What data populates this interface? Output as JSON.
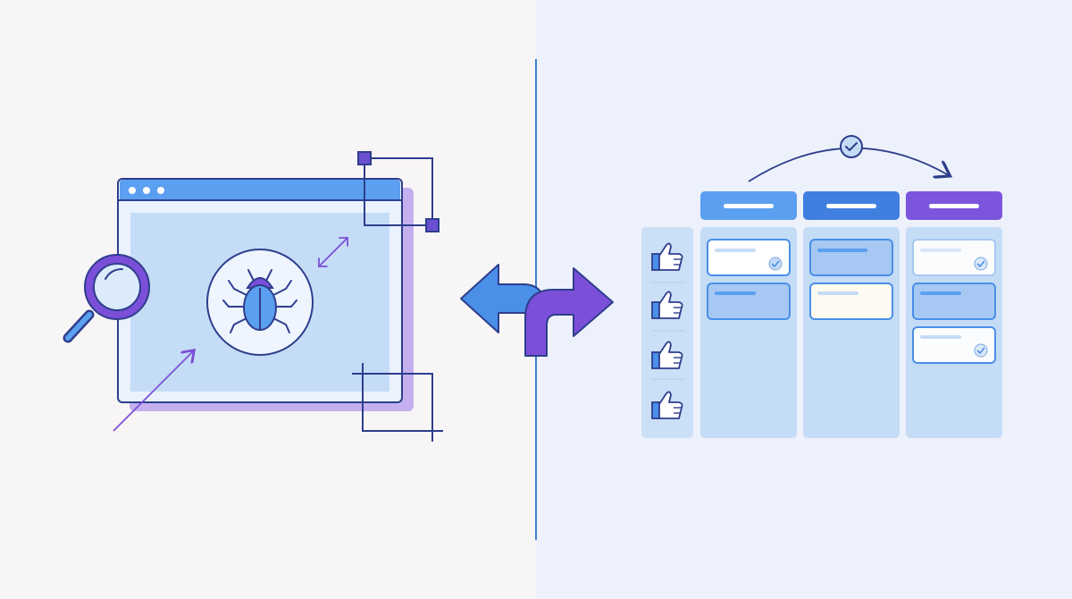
{
  "illustration": {
    "left_scene": {
      "browser_window": {
        "dots": 3
      },
      "bug": {
        "icon": "bug-icon"
      },
      "magnifier": {
        "icon": "magnifying-glass-icon"
      },
      "arrows": [
        "resize-diagonal-arrow",
        "diagonal-arrow"
      ],
      "crop_marks": [
        "crop-handle-top-right",
        "crop-corner-bottom-right"
      ]
    },
    "center": {
      "divider": "vertical-divider",
      "icons": [
        "curved-arrow-left-icon",
        "curved-arrow-right-icon"
      ]
    },
    "right_scene": {
      "flow_arrow": {
        "icon": "check-circle-icon"
      },
      "likes_column": {
        "icon": "thumbs-up-icon",
        "count": 4
      },
      "board_columns": [
        {
          "header_color": "#5b9ff0",
          "cards": [
            {
              "style": "white",
              "checked": true
            },
            {
              "style": "blue",
              "checked": false
            }
          ]
        },
        {
          "header_color": "#3f7fe0",
          "cards": [
            {
              "style": "blue",
              "checked": false
            },
            {
              "style": "cream",
              "checked": false
            }
          ]
        },
        {
          "header_color": "#7b55dc",
          "cards": [
            {
              "style": "white",
              "checked": true
            },
            {
              "style": "blue",
              "checked": false
            },
            {
              "style": "white",
              "checked": true
            }
          ]
        }
      ]
    },
    "colors": {
      "navy": "#2e3e8c",
      "blue": "#4a8fe8",
      "light_blue": "#c5dcf6",
      "purple": "#7b4fd8",
      "lavender": "#c4b0ef"
    }
  }
}
